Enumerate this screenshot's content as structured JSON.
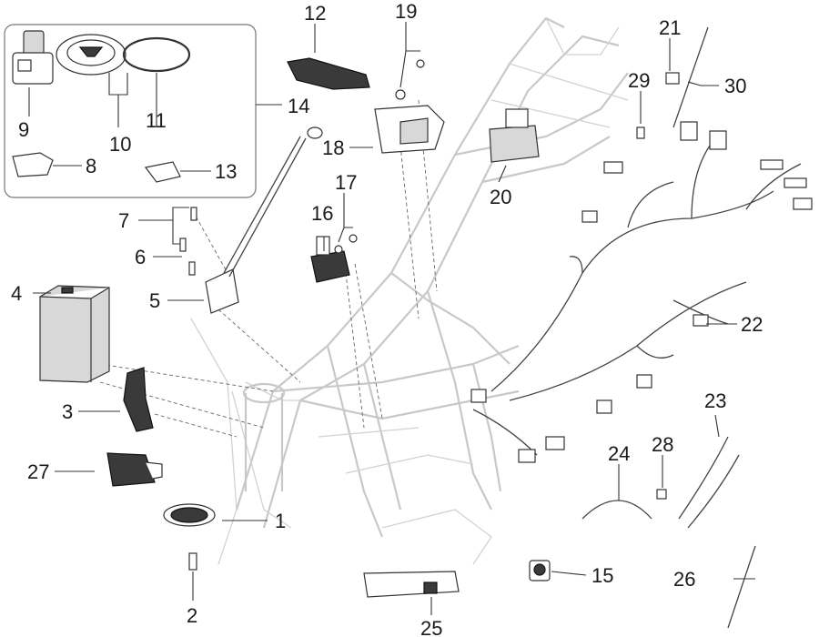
{
  "callouts": {
    "c1": "1",
    "c2": "2",
    "c3": "3",
    "c4": "4",
    "c5": "5",
    "c6": "6",
    "c7": "7",
    "c8": "8",
    "c9": "9",
    "c10": "10",
    "c11": "11",
    "c12": "12",
    "c13": "13",
    "c14": "14",
    "c15": "15",
    "c16": "16",
    "c17": "17",
    "c18": "18",
    "c19": "19",
    "c20": "20",
    "c21": "21",
    "c22": "22",
    "c23": "23",
    "c24": "24",
    "c25": "25",
    "c26": "26",
    "c27": "27",
    "c28": "28",
    "c29": "29",
    "c30": "30"
  },
  "colors": {
    "frame_lines": "#c8c8c8",
    "part_outline": "#333333",
    "battery_case": "#d8d8d8",
    "label_text": "#1a1a1a"
  }
}
